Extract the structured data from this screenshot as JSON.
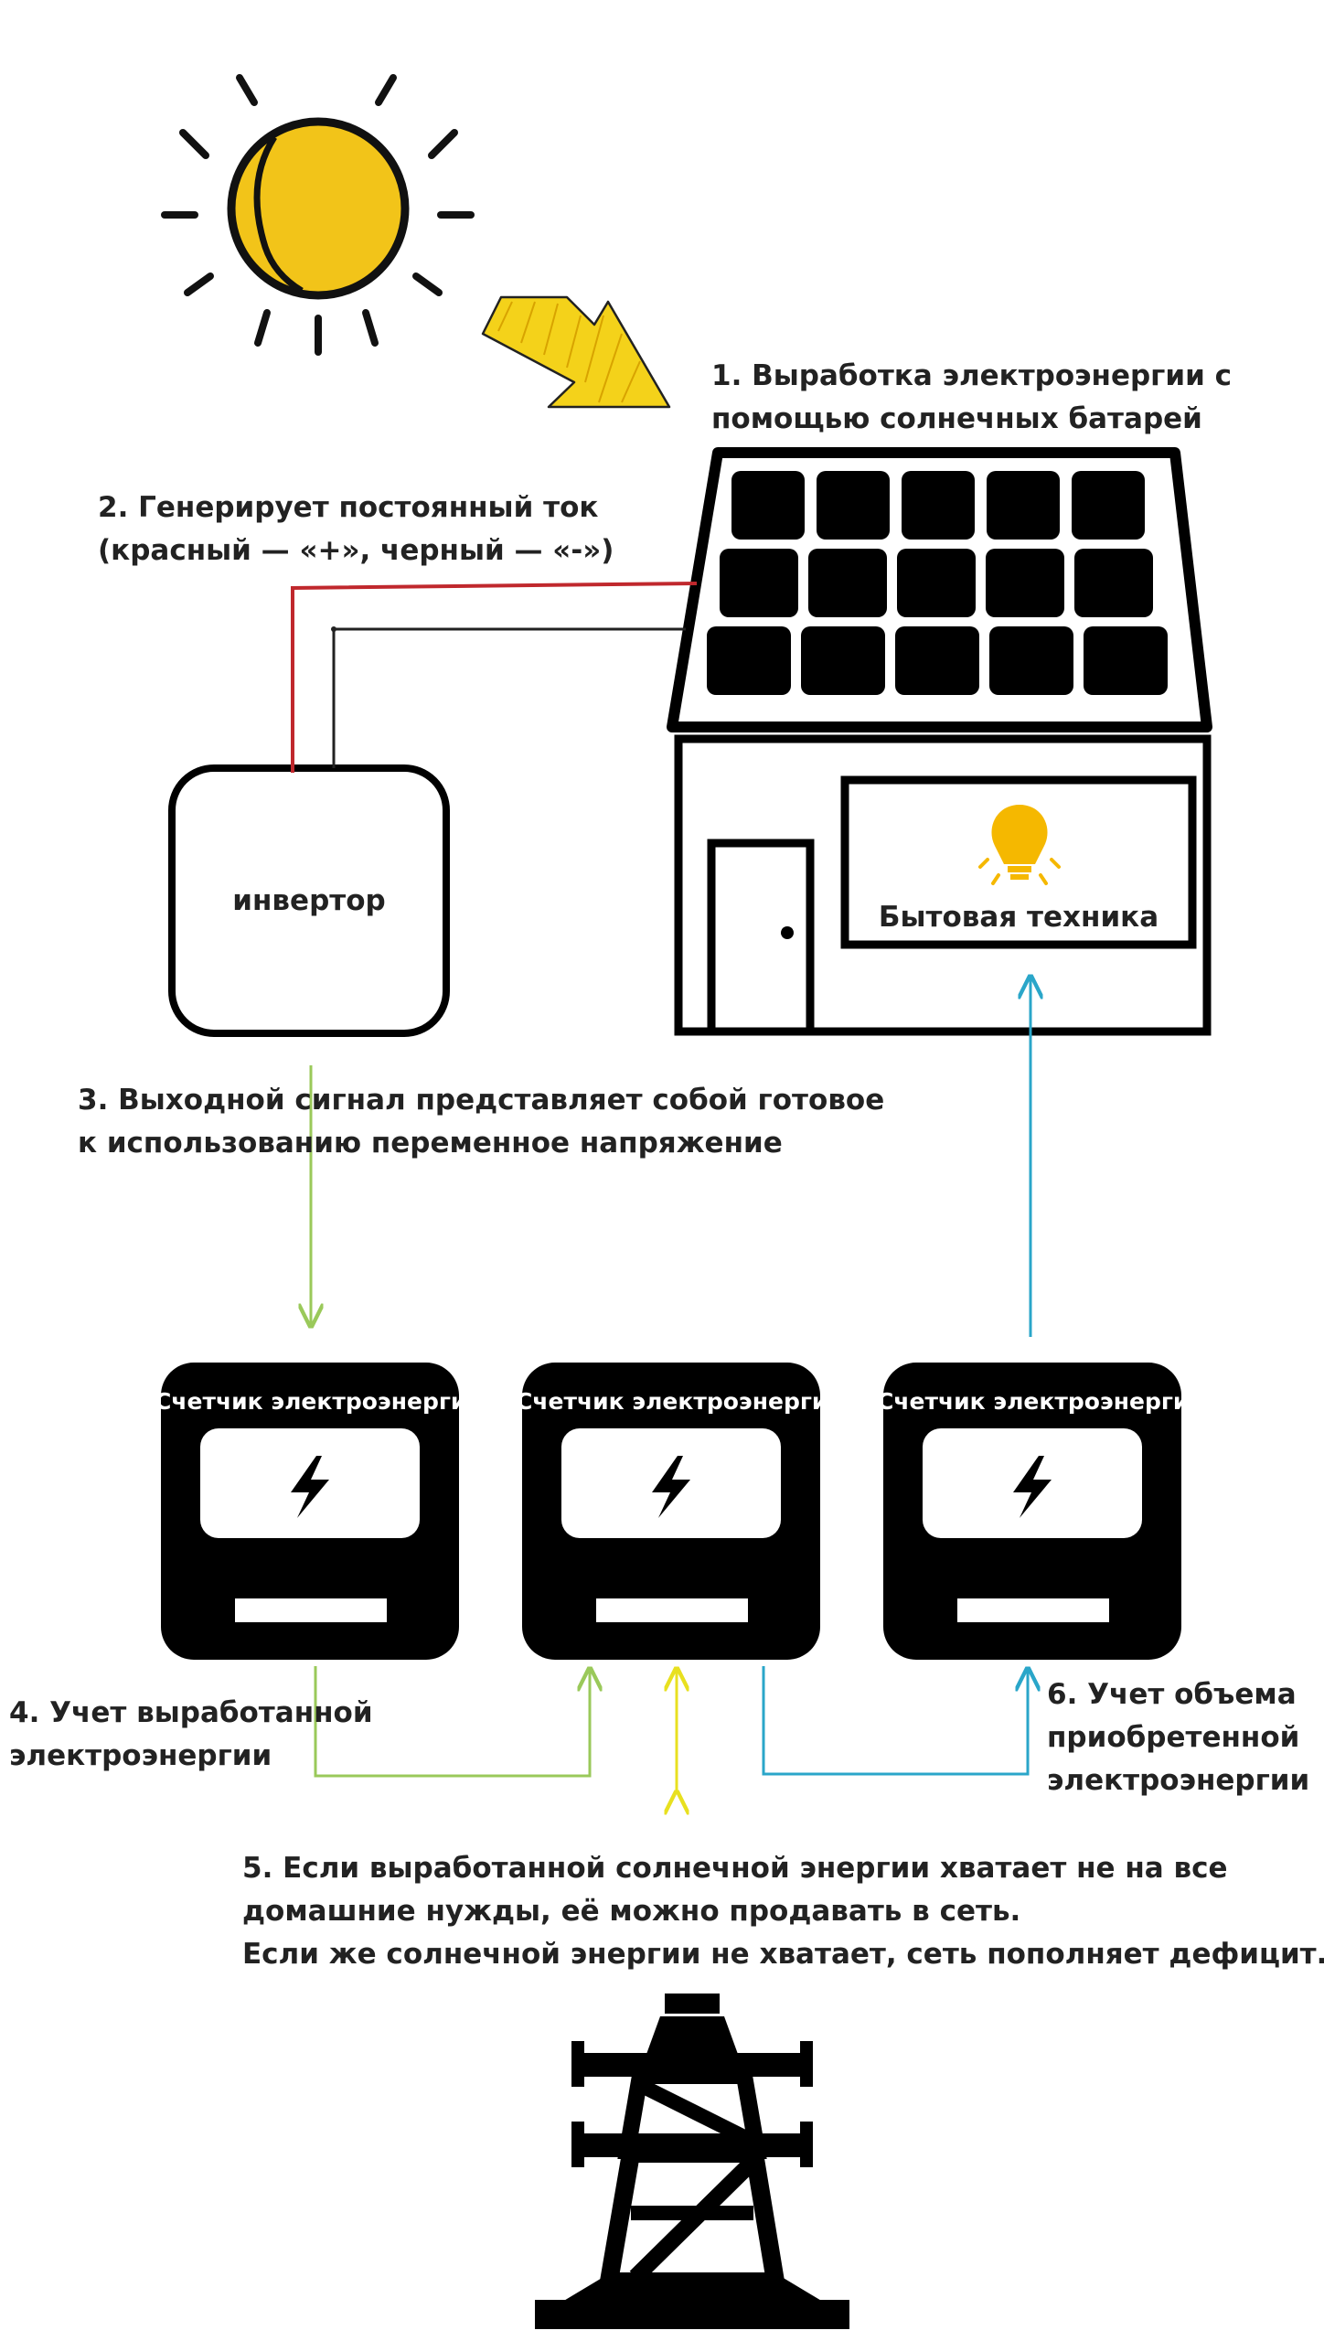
{
  "labels": {
    "step1": [
      "1. Выработка электроэнергии с",
      "помощью солнечных батарей"
    ],
    "step2": [
      "2. Генерирует постоянный ток",
      "(красный — «+», черный — «-»)"
    ],
    "inverter": "инвертор",
    "appliances": "Бытовая техника",
    "step3": [
      "3. Выходной сигнал представляет собой готовое",
      "к использованию переменное напряжение"
    ],
    "meter": "Счетчик электроэнергии",
    "step4": [
      "4. Учет выработанной",
      "электроэнергии"
    ],
    "step5": [
      "5. Если выработанной солнечной энергии хватает не на все",
      "домашние нужды, её можно продавать в сеть.",
      "Если же солнечной энергии не хватает, сеть пополняет дефицит."
    ],
    "step6": [
      "6. Учет объема",
      "приобретенной",
      "электроэнергии"
    ]
  },
  "icons": {
    "sun": "sun-icon",
    "arrow": "sunlight-arrow-icon",
    "panel": "solar-panel-icon",
    "house": "house-icon",
    "bulb": "light-bulb-icon",
    "lightning": "lightning-icon",
    "tower": "power-tower-icon"
  },
  "colors": {
    "sun": "#f2c419",
    "positive_wire": "#c0282d",
    "negative_wire": "#222222",
    "ac_line": "#9ac95a",
    "grid_line": "#f4f03c",
    "purchase_line": "#2aa6c9",
    "bulb": "#f5b800"
  }
}
